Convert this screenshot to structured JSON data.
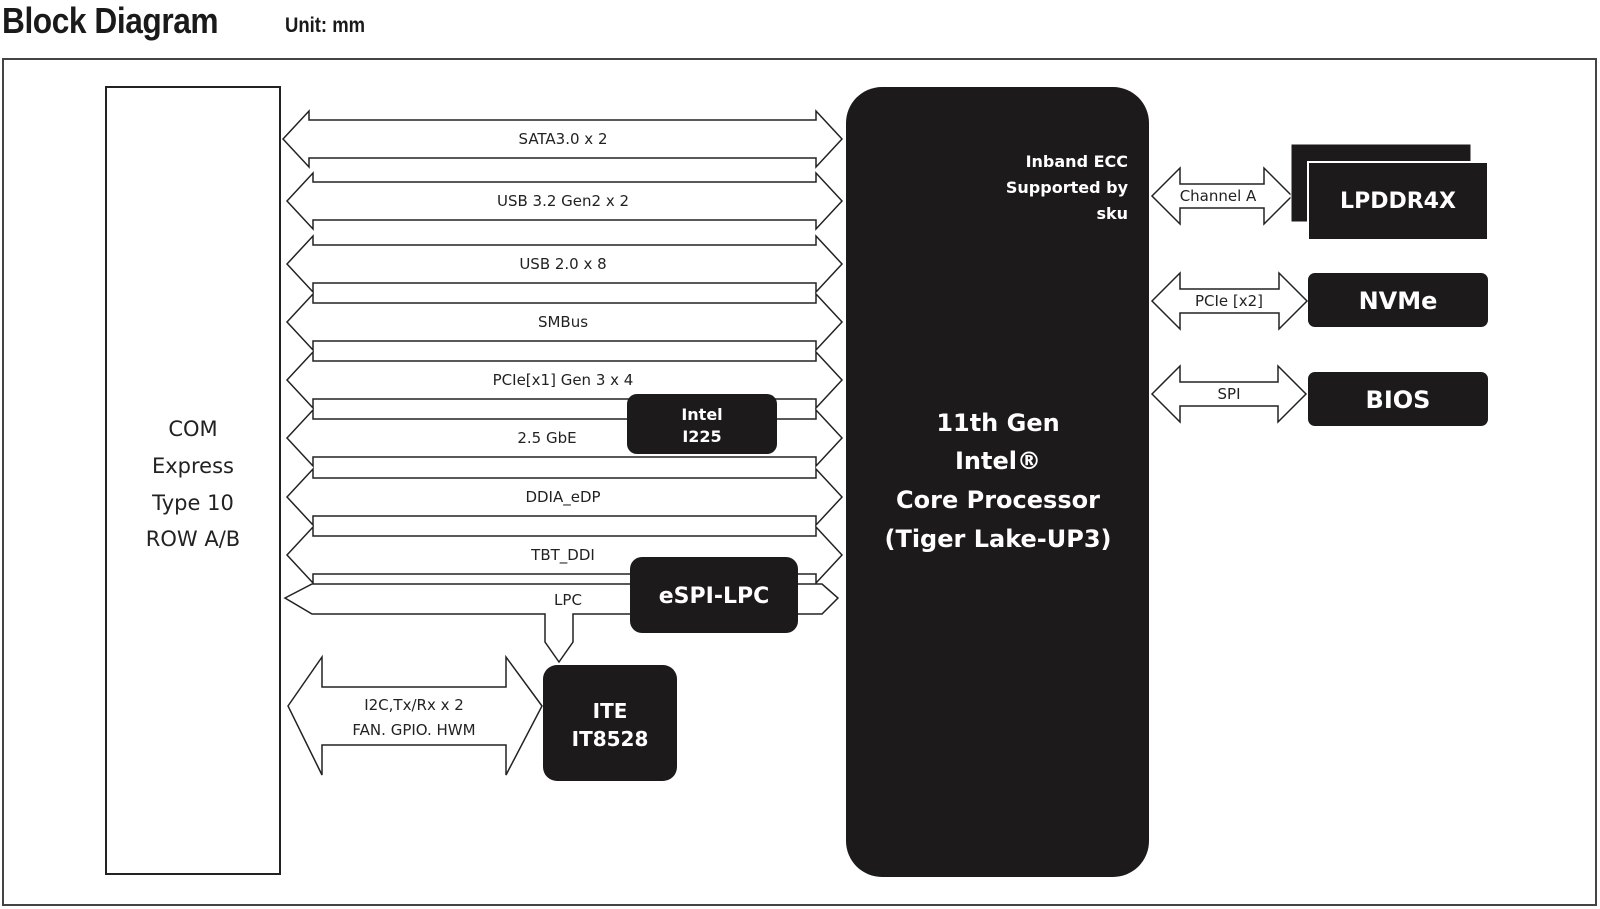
{
  "header": {
    "title": "Block Diagram",
    "unit": "Unit: mm"
  },
  "colors": {
    "block_fill": "#1c1a1a",
    "outline": "#333333",
    "background": "#ffffff"
  },
  "blocks": {
    "com_express": [
      "COM",
      "Express",
      "Type 10",
      "ROW A/B"
    ],
    "processor": [
      "11th Gen",
      "Intel®",
      "Core Processor",
      "(Tiger Lake-UP3)"
    ],
    "processor_note": [
      "Inband ECC",
      "Supported by",
      "sku"
    ],
    "intel_i225": [
      "Intel",
      "I225"
    ],
    "espi_lpc": "eSPI-LPC",
    "ite": [
      "ITE",
      "IT8528"
    ],
    "lpddr4x": "LPDDR4X",
    "nvme": "NVMe",
    "bios": "BIOS"
  },
  "buses": {
    "left": [
      {
        "label": "SATA3.0 x 2"
      },
      {
        "label": "USB 3.2 Gen2 x 2"
      },
      {
        "label": "USB 2.0 x 8"
      },
      {
        "label": "SMBus"
      },
      {
        "label": "PCIe[x1] Gen 3 x 4"
      },
      {
        "label": "2.5 GbE"
      },
      {
        "label": "DDIA_eDP"
      },
      {
        "label": "TBT_DDI"
      }
    ],
    "lpc": "LPC",
    "ite_bus": [
      "I2C,Tx/Rx x 2",
      "FAN. GPIO. HWM"
    ],
    "right": [
      {
        "label": "Channel A"
      },
      {
        "label": "PCIe [x2]"
      },
      {
        "label": "SPI"
      }
    ]
  }
}
